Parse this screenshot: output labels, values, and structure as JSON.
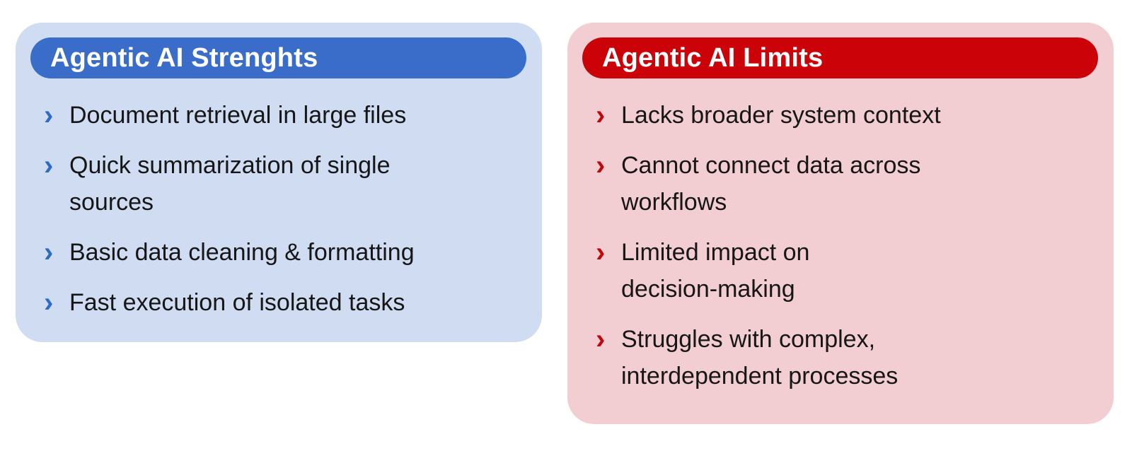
{
  "page": {
    "background": "#ffffff",
    "text_color": "#161616"
  },
  "cards": [
    {
      "title": "Agentic AI Strenghts",
      "accent": "#3a6dc9",
      "background": "#cfdcf2",
      "bullet_color": "#2e6bc3",
      "bullet_glyph": "›",
      "bullet_icon": "chevron-right-icon",
      "items": [
        {
          "lines": [
            "Document retrieval in large files"
          ]
        },
        {
          "lines": [
            "Quick summarization of single",
            "sources"
          ]
        },
        {
          "lines": [
            "Basic data cleaning & formatting"
          ]
        },
        {
          "lines": [
            "Fast execution of isolated tasks"
          ]
        }
      ]
    },
    {
      "title": "Agentic AI Limits",
      "accent": "#cb0309",
      "background": "#f2cdd1",
      "bullet_color": "#c1070e",
      "bullet_glyph": "›",
      "bullet_icon": "chevron-right-icon",
      "items": [
        {
          "lines": [
            "Lacks broader system context"
          ]
        },
        {
          "lines": [
            "Cannot connect data across",
            "workflows"
          ]
        },
        {
          "lines": [
            "Limited impact on",
            "decision-making"
          ]
        },
        {
          "lines": [
            "Struggles with complex,",
            "interdependent processes"
          ]
        }
      ]
    }
  ]
}
